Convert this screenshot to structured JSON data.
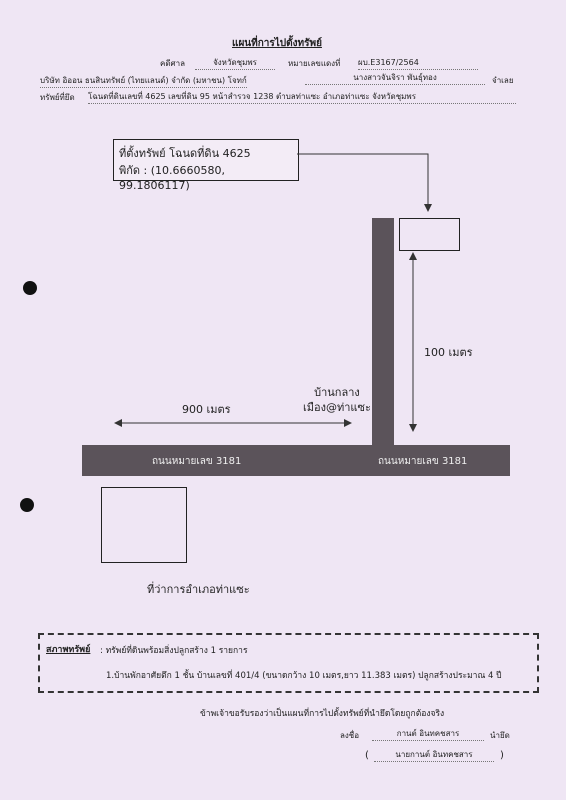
{
  "header": {
    "title": "แผนที่การไปตั้งทรัพย์",
    "court_label": "คดีศาล",
    "court_name": "จังหวัดชุมพร",
    "case_label": "หมายเลขแดงที่",
    "case_no": "ผบ.E3167/2564",
    "plaintiff": "บริษัท อิออน ธนสินทรัพย์ (ไทยแลนด์) จำกัด (มหาชน) โจทก์",
    "defendant": "นางสาวจันจิรา พันธุ์ทอง",
    "defendant_suffix": "จำเลย",
    "property_label": "ทรัพย์ที่ยึด",
    "property_desc": "โฉนดที่ดินเลขที่ 4625 เลขที่ดิน 95 หน้าสำรวจ 1238 ตำบลท่าแซะ อำเภอท่าแซะ จังหวัดชุมพร"
  },
  "map": {
    "location_title": "ที่ตั้งทรัพย์ โฉนดที่ดิน 4625",
    "coordinates": "พิกัด : (10.6660580, 99.1806117)",
    "distance_horizontal": "900 เมตร",
    "distance_vertical": "100 เมตร",
    "landmark_village": "บ้านกลาง\nเมือง@ท่าแซะ",
    "road_left": "ถนนหมายเลข 3181",
    "road_right": "ถนนหมายเลข 3181",
    "district_office": "ที่ว่าการอำเภอท่าแซะ"
  },
  "property_condition": {
    "label": "สภาพทรัพย์",
    "summary": ": ทรัพย์ที่ดินพร้อมสิ่งปลูกสร้าง 1 รายการ",
    "item": "1.บ้านพักอาศัยตึก 1 ชั้น  บ้านเลขที่ 401/4 (ขนาดกว้าง 10 เมตร,ยาว 11.383 เมตร) ปลูกสร้างประมาณ 4 ปี"
  },
  "certification": {
    "statement": "ข้าพเจ้าขอรับรองว่าเป็นแผนที่การไปตั้งทรัพย์ที่นำยึดโดยถูกต้องจริง",
    "sign_label": "ลงชื่อ",
    "signature": "กานต์ อินทคชสาร",
    "role": "นำยึด",
    "printed_name": "นายกานต์ อินทคชสาร"
  }
}
